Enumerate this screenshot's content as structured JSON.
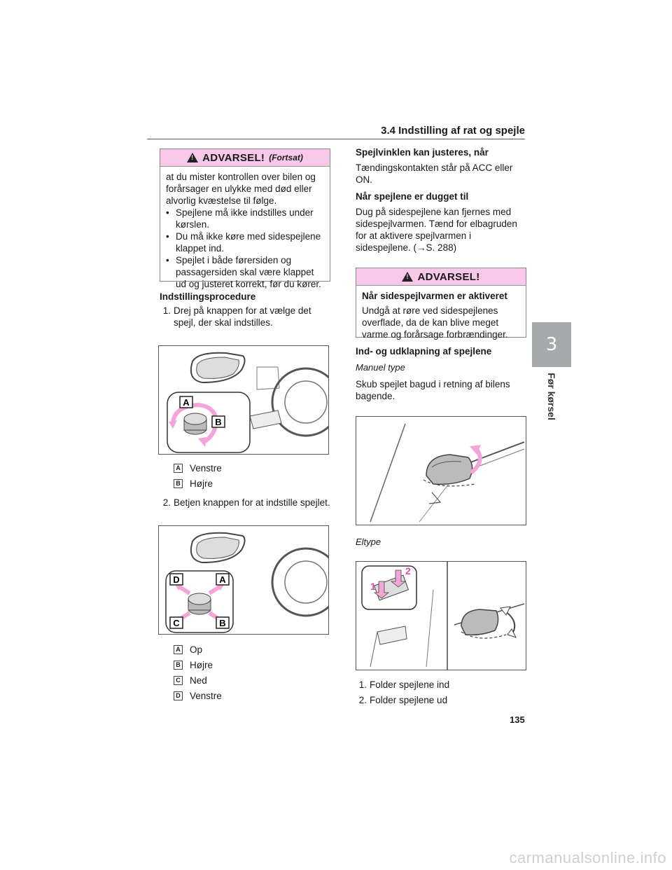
{
  "header": {
    "title": "3.4  Indstilling af rat og spejle"
  },
  "side_tab": {
    "chapter": "3",
    "label": "Før kørsel"
  },
  "warning_1": {
    "title": "ADVARSEL!",
    "continued": "(Fortsat)",
    "intro": "at du mister kontrollen over bilen og forårsager en ulykke med død eller alvorlig kvæstelse til følge.",
    "bullets": [
      "Spejlene må ikke indstilles under kørslen.",
      "Du må ikke køre med sidespejlene klappet ind.",
      "Spejlet i både førersiden og passagersiden skal være klappet ud og justeret korrekt, før du kører."
    ]
  },
  "procedure": {
    "heading": "Indstillingsprocedure",
    "step1": {
      "num": "1.",
      "text": "Drej på knappen for at vælge det spejl, der skal indstilles."
    },
    "fig1_labels": {
      "a": "A",
      "b": "B"
    },
    "legend1": [
      {
        "key": "A",
        "text": "Venstre"
      },
      {
        "key": "B",
        "text": "Højre"
      }
    ],
    "step2": {
      "num": "2.",
      "text": "Betjen knappen for at indstille spejlet."
    },
    "fig2_labels": {
      "a": "A",
      "b": "B",
      "c": "C",
      "d": "D"
    },
    "legend2": [
      {
        "key": "A",
        "text": "Op"
      },
      {
        "key": "B",
        "text": "Højre"
      },
      {
        "key": "C",
        "text": "Ned"
      },
      {
        "key": "D",
        "text": "Venstre"
      }
    ]
  },
  "right": {
    "h1": "Spejlvinklen kan justeres, når",
    "p1": "Tændingskontakten står på ACC eller ON.",
    "h2": "Når spejlene er dugget til",
    "p2": "Dug på sidespejlene kan fjernes med sidespejlvarmen. Tænd for elbagruden for at aktivere spejlvarmen i sidespejlene. (→S. 288)",
    "warning_2": {
      "title": "ADVARSEL!",
      "heading": "Når sidespejlvarmen er aktiveret",
      "text": "Undgå at røre ved sidespejlenes overflade, da de kan blive meget varme og forårsage forbrændinger."
    },
    "h3": "Ind- og udklapning af spejlene",
    "manual": "Manuel type",
    "p3": "Skub spejlet bagud i retning af bilens bagende.",
    "electric": "Eltype",
    "fig4_labels": {
      "one": "1",
      "two": "2"
    },
    "steps": [
      {
        "num": "1.",
        "text": "Folder spejlene ind"
      },
      {
        "num": "2.",
        "text": "Folder spejlene ud"
      }
    ]
  },
  "page_number": "135",
  "watermark": "carmanualsonline.info",
  "colors": {
    "warning_header": "#f7c8e8",
    "arrow_pink": "#f2a6d8",
    "side_tab": "#a6aaaa",
    "label_pink": "#e04aa8"
  }
}
